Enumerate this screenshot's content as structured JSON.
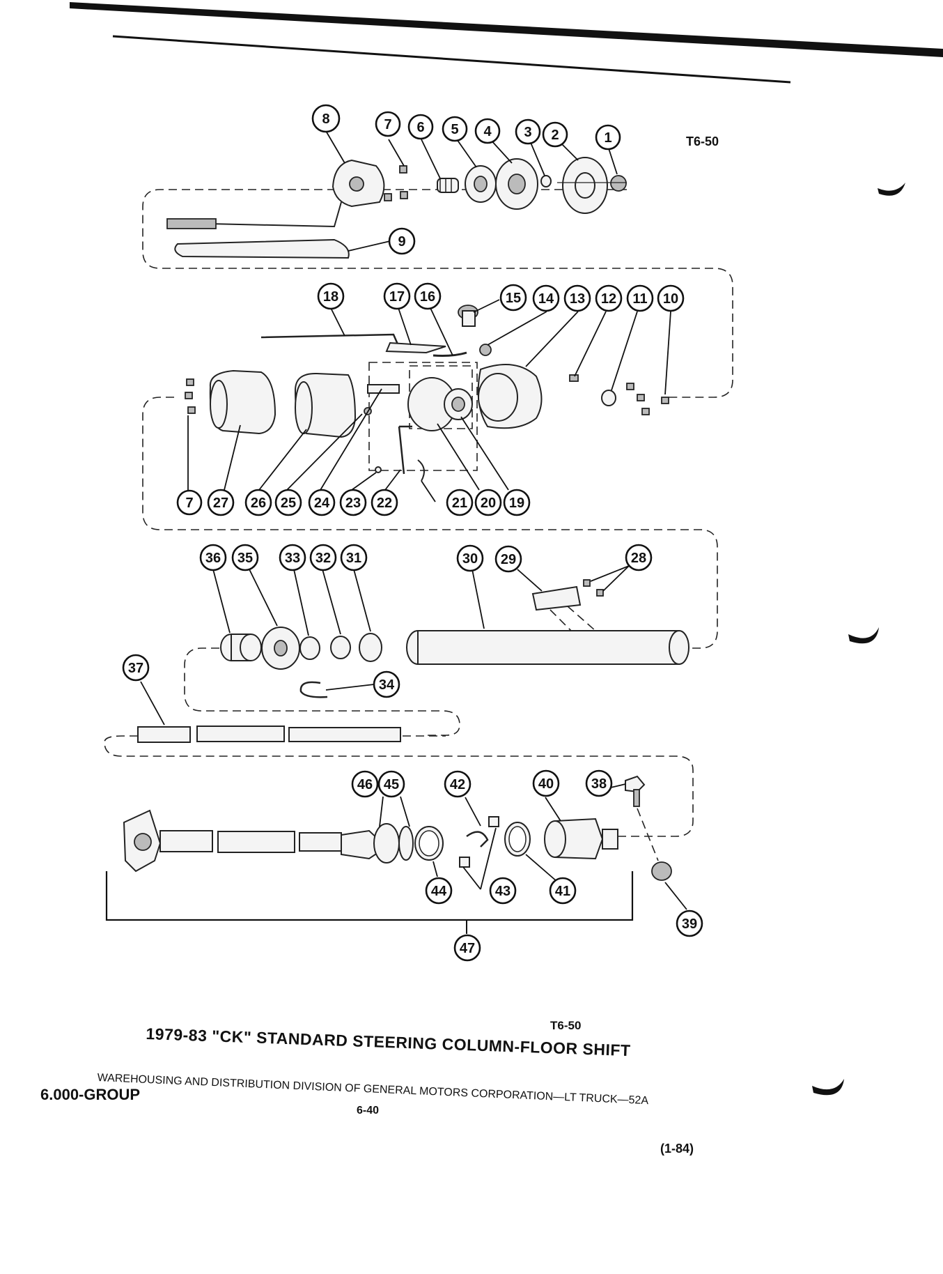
{
  "figure": {
    "code_top": "T6-50",
    "code_bottom": "T6-50",
    "title": "1979-83 \"CK\" STANDARD STEERING COLUMN-FLOOR SHIFT"
  },
  "footer": {
    "group": "6.000-GROUP",
    "division": "WAREHOUSING AND DISTRIBUTION DIVISION OF GENERAL MOTORS CORPORATION—LT TRUCK—52A",
    "page": "6-40",
    "date": "(1-84)"
  },
  "callouts": [
    "1",
    "2",
    "3",
    "4",
    "5",
    "6",
    "7",
    "8",
    "9",
    "10",
    "11",
    "12",
    "13",
    "14",
    "15",
    "16",
    "17",
    "18",
    "19",
    "20",
    "21",
    "22",
    "23",
    "24",
    "25",
    "26",
    "27",
    "28",
    "29",
    "30",
    "31",
    "32",
    "33",
    "34",
    "35",
    "36",
    "37",
    "38",
    "39",
    "40",
    "41",
    "42",
    "43",
    "44",
    "45",
    "46",
    "47"
  ],
  "callout_7b": "7"
}
